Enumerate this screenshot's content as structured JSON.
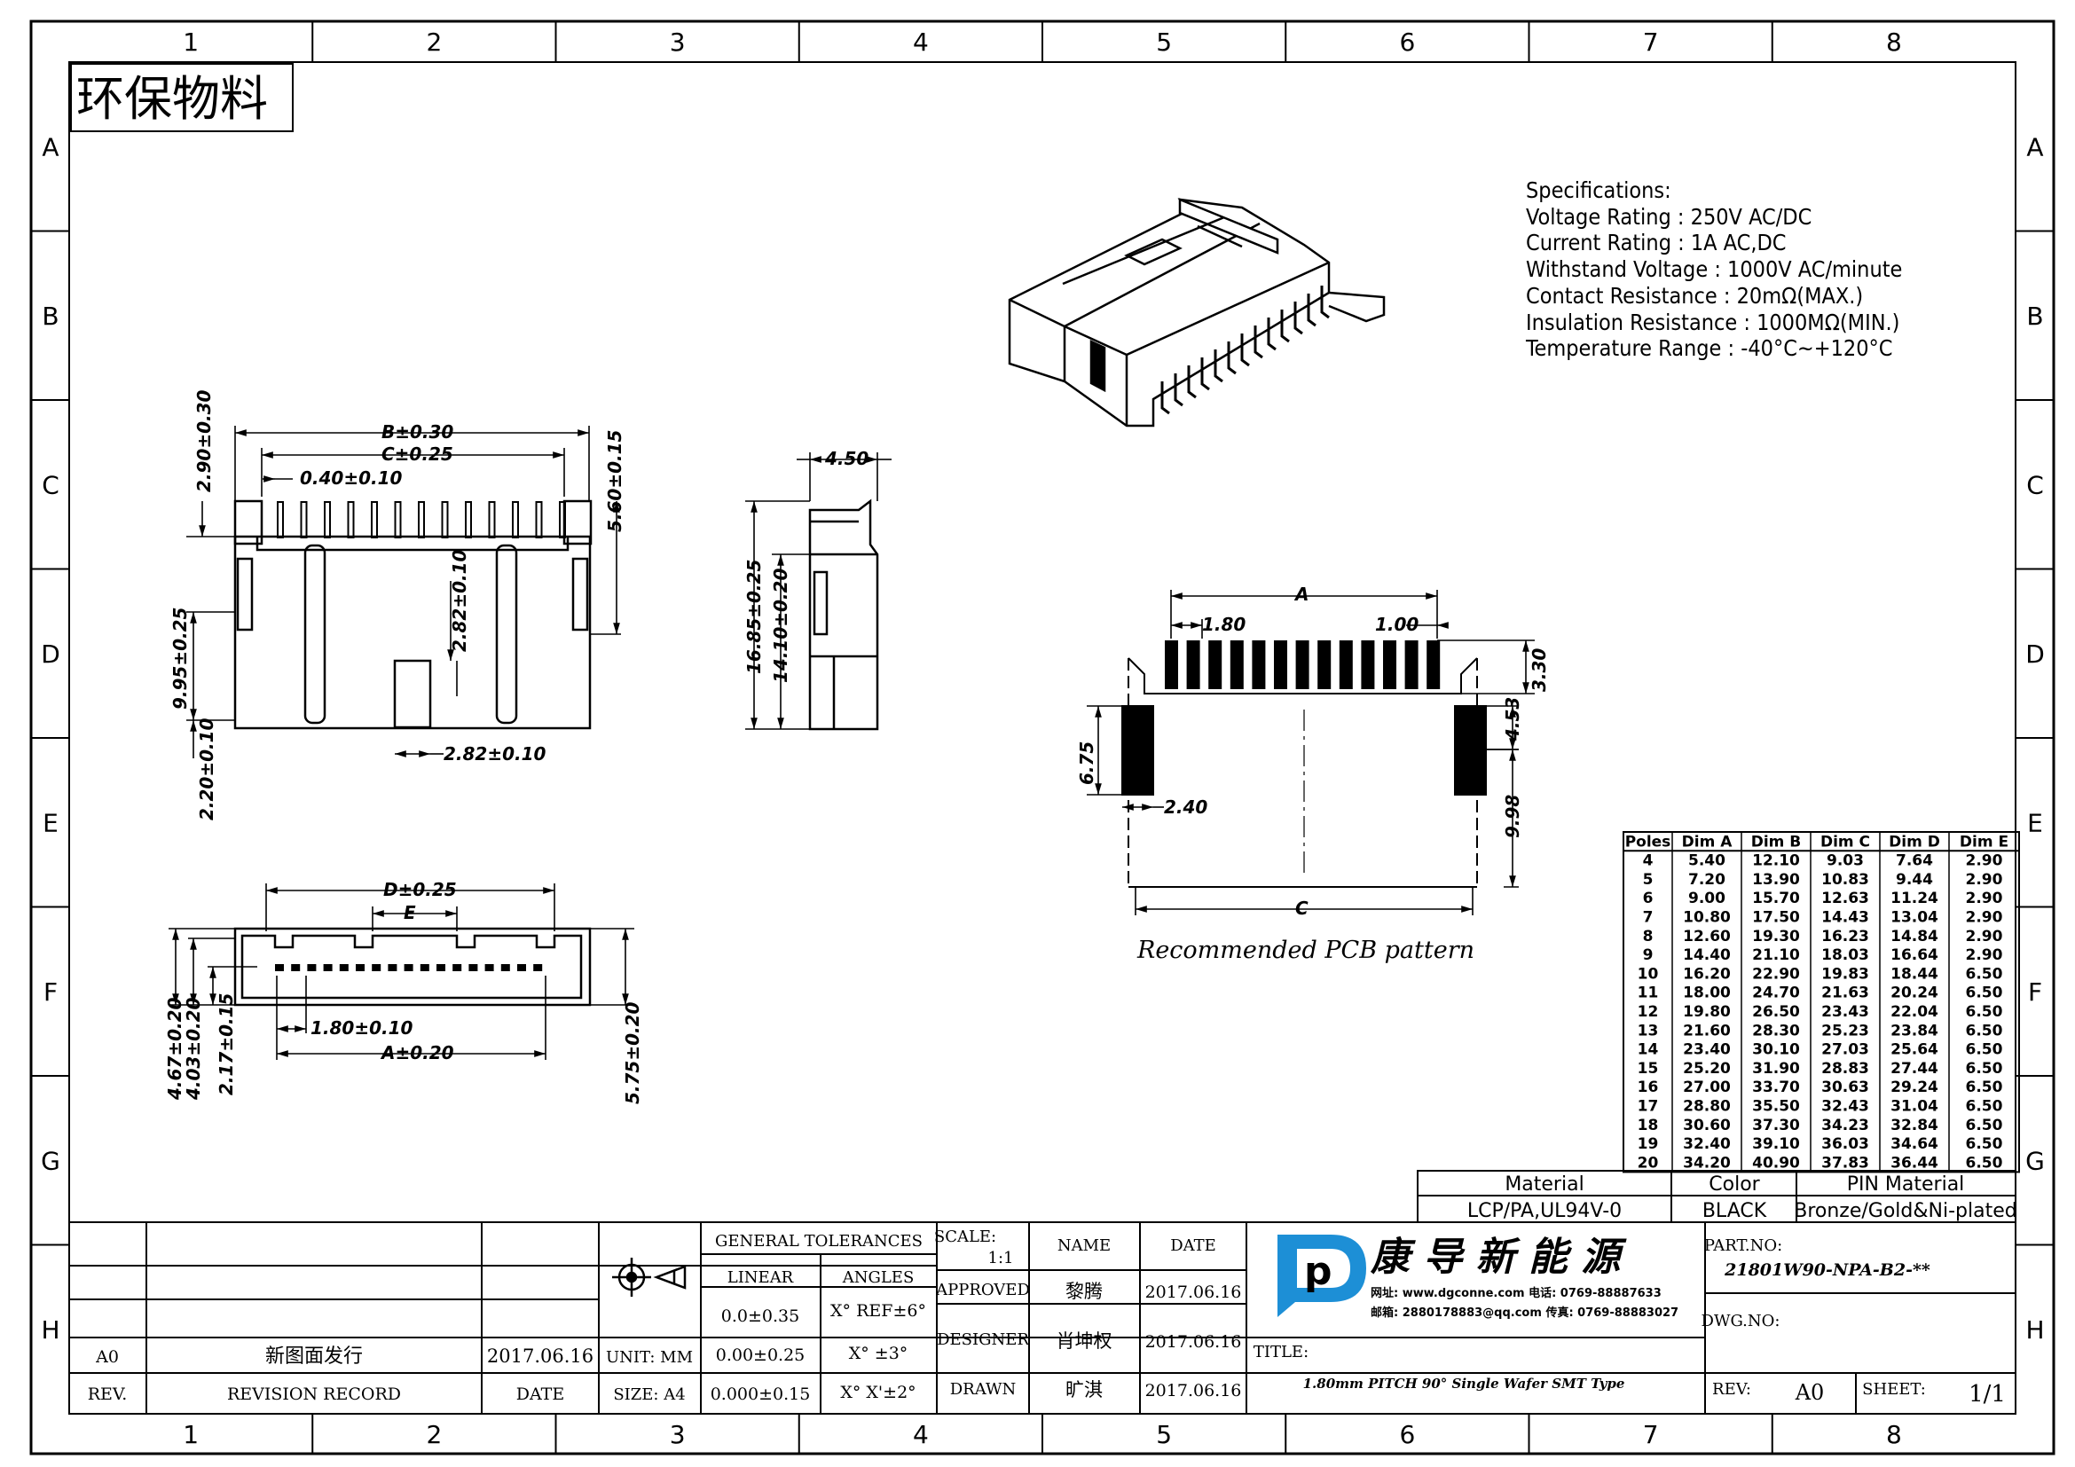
{
  "frame": {
    "columns": [
      "1",
      "2",
      "3",
      "4",
      "5",
      "6",
      "7",
      "8"
    ],
    "rows": [
      "A",
      "B",
      "C",
      "D",
      "E",
      "F",
      "G",
      "H"
    ]
  },
  "eco_stamp": "环保物料",
  "specifications": {
    "heading": "Specifications:",
    "lines": [
      "Voltage Rating : 250V AC/DC",
      "Current Rating : 1A AC,DC",
      "Withstand Voltage : 1000V AC/minute",
      "Contact Resistance : 20mΩ(MAX.)",
      "Insulation Resistance : 1000MΩ(MIN.)",
      "Temperature Range : -40°C~+120°C"
    ]
  },
  "front_view": {
    "dims": [
      "B±0.30",
      "C±0.25",
      "0.40±0.10",
      "2.90±0.30",
      "5.60±0.15",
      "2.82±0.10",
      "9.95±0.25",
      "2.82±0.10",
      "2.20±0.10"
    ]
  },
  "side_view": {
    "dims": [
      "4.50",
      "16.85±0.25",
      "14.10±0.20"
    ]
  },
  "bottom_view": {
    "dims": [
      "D±0.25",
      "E",
      "1.80±0.10",
      "A±0.20",
      "4.67±0.20",
      "4.03±0.20",
      "2.17±0.15",
      "5.75±0.20"
    ]
  },
  "pcb_pattern": {
    "dims": [
      "A",
      "1.80",
      "1.00",
      "3.30",
      "6.75",
      "4.53",
      "2.40",
      "9.98",
      "C"
    ],
    "caption": "Recommended PCB pattern"
  },
  "dim_table": {
    "headers": [
      "Poles",
      "Dim A",
      "Dim B",
      "Dim C",
      "Dim D",
      "Dim E"
    ],
    "rows": [
      [
        "4",
        "5.40",
        "12.10",
        "9.03",
        "7.64",
        "2.90"
      ],
      [
        "5",
        "7.20",
        "13.90",
        "10.83",
        "9.44",
        "2.90"
      ],
      [
        "6",
        "9.00",
        "15.70",
        "12.63",
        "11.24",
        "2.90"
      ],
      [
        "7",
        "10.80",
        "17.50",
        "14.43",
        "13.04",
        "2.90"
      ],
      [
        "8",
        "12.60",
        "19.30",
        "16.23",
        "14.84",
        "2.90"
      ],
      [
        "9",
        "14.40",
        "21.10",
        "18.03",
        "16.64",
        "2.90"
      ],
      [
        "10",
        "16.20",
        "22.90",
        "19.83",
        "18.44",
        "6.50"
      ],
      [
        "11",
        "18.00",
        "24.70",
        "21.63",
        "20.24",
        "6.50"
      ],
      [
        "12",
        "19.80",
        "26.50",
        "23.43",
        "22.04",
        "6.50"
      ],
      [
        "13",
        "21.60",
        "28.30",
        "25.23",
        "23.84",
        "6.50"
      ],
      [
        "14",
        "23.40",
        "30.10",
        "27.03",
        "25.64",
        "6.50"
      ],
      [
        "15",
        "25.20",
        "31.90",
        "28.83",
        "27.44",
        "6.50"
      ],
      [
        "16",
        "27.00",
        "33.70",
        "30.63",
        "29.24",
        "6.50"
      ],
      [
        "17",
        "28.80",
        "35.50",
        "32.43",
        "31.04",
        "6.50"
      ],
      [
        "18",
        "30.60",
        "37.30",
        "34.23",
        "32.84",
        "6.50"
      ],
      [
        "19",
        "32.40",
        "39.10",
        "36.03",
        "34.64",
        "6.50"
      ],
      [
        "20",
        "34.20",
        "40.90",
        "37.83",
        "36.44",
        "6.50"
      ]
    ]
  },
  "material_table": {
    "headers": [
      "Material",
      "Color",
      "PIN Material"
    ],
    "values": [
      "LCP/PA,UL94V-0",
      "BLACK",
      "Bronze/Gold&Ni-plated"
    ]
  },
  "title_block": {
    "revision_row": [
      "A0",
      "新图面发行",
      "2017.06.16"
    ],
    "revision_header": [
      "REV.",
      "REVISION RECORD",
      "DATE"
    ],
    "unit": "UNIT: MM",
    "size": "SIZE: A4",
    "general_tolerances": "GENERAL TOLERANCES",
    "linear": "LINEAR",
    "angles": "ANGLES",
    "tol_linear": [
      "0.0±0.35",
      "0.00±0.25",
      "0.000±0.15"
    ],
    "tol_angles": [
      "X° REF±6°",
      "X° ±3°",
      "X° X'±2°"
    ],
    "scale_label": "SCALE:",
    "scale_value": "1:1",
    "name_header": "NAME",
    "date_header": "DATE",
    "approved": [
      "APPROVED",
      "黎腾",
      "2017.06.16"
    ],
    "designer": [
      "DESIGNER",
      "肖坤权",
      "2017.06.16"
    ],
    "drawn": [
      "DRAWN",
      "旷淇",
      "2017.06.16"
    ],
    "company_name": "康 导 新 能 源",
    "company_web": "网址: www.dgconne.com  电话: 0769-88887633",
    "company_mail": "邮箱: 2880178883@qq.com  传真: 0769-88883027",
    "title_label": "TITLE:",
    "title": "1.80mm PITCH 90° Single Wafer SMT Type",
    "part_no_label": "PART.NO:",
    "part_no": "21801W90-NPA-B2-**",
    "dwg_no_label": "DWG.NO:",
    "rev_label": "REV:",
    "rev_value": "A0",
    "sheet_label": "SHEET:",
    "sheet_value": "1/1"
  },
  "colors": {
    "ink": "#000000",
    "logo_blue": "#1d8fd6"
  }
}
